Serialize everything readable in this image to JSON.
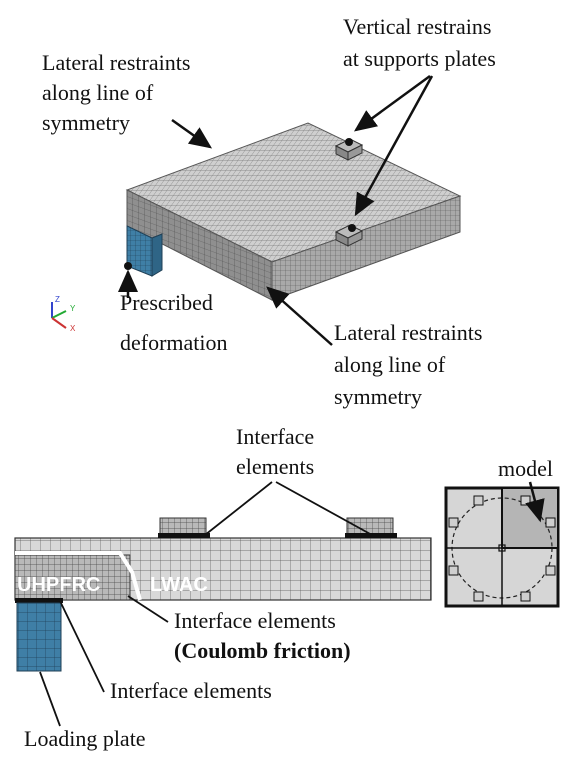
{
  "labels": {
    "lateral_top": [
      "Lateral restraints",
      "along line of",
      "symmetry"
    ],
    "vertical": [
      "Vertical restrains",
      "at supports plates"
    ],
    "prescribed": [
      "Prescribed",
      "deformation"
    ],
    "lateral_bottom": [
      "Lateral restraints",
      "along line of",
      "symmetry"
    ],
    "interface_top": [
      "Interface",
      "elements"
    ],
    "model": "model",
    "interface_friction": "Interface elements",
    "coulomb": "(Coulomb friction)",
    "interface_bottom": "Interface elements",
    "loading_plate": "Loading plate"
  },
  "materials": {
    "uhpfrc": "UHPFRC",
    "lwac": "LWAC"
  },
  "axes": {
    "z": "Z",
    "y": "Y",
    "x": "X"
  },
  "colors": {
    "mesh_top": "#c9c9c9",
    "mesh_side": "#9a9a9a",
    "plate_blue": "#3f7fa6",
    "grid_line": "#555555",
    "plan_fill": "#d6d6d6",
    "plan_quarter": "#b5b5b5"
  }
}
